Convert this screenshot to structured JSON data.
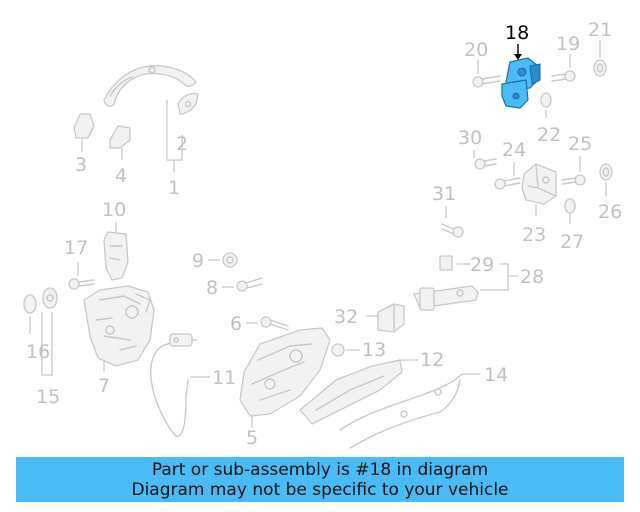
{
  "diagram": {
    "highlighted_part": "18",
    "labels": {
      "p1": "1",
      "p2": "2",
      "p3": "3",
      "p4": "4",
      "p5": "5",
      "p6": "6",
      "p7": "7",
      "p8": "8",
      "p9": "9",
      "p10": "10",
      "p11": "11",
      "p12": "12",
      "p13": "13",
      "p14": "14",
      "p15": "15",
      "p16": "16",
      "p17": "17",
      "p18": "18",
      "p19": "19",
      "p20": "20",
      "p21": "21",
      "p22": "22",
      "p23": "23",
      "p24": "24",
      "p25": "25",
      "p26": "26",
      "p27": "27",
      "p28": "28",
      "p29": "29",
      "p30": "30",
      "p31": "31",
      "p32": "32"
    }
  },
  "colors": {
    "highlight": "#4bbbf5",
    "banner_background": "#4bbbf5",
    "part_outline": "#c8c8c8",
    "label_gray": "#c0c0c0"
  },
  "banner": {
    "line1": "Part or sub-assembly is #18 in diagram",
    "line2": "Diagram may not be specific to your vehicle"
  }
}
